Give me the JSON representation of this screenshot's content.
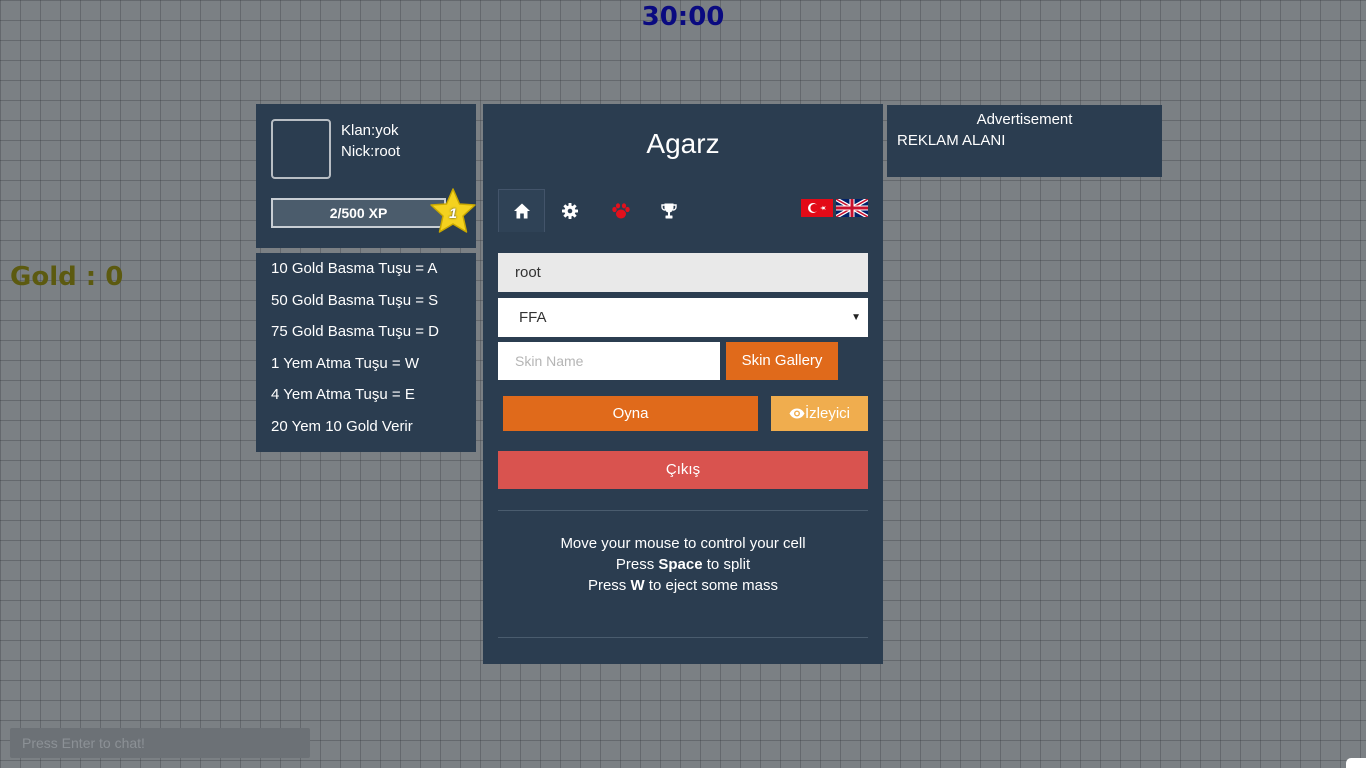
{
  "timer": "30:00",
  "gold_label": "Gold : 0",
  "profile": {
    "clan": "Klan:yok",
    "nick": "Nick:root",
    "xp": "2/500 XP",
    "level": "1"
  },
  "key_hints": [
    "10 Gold Basma Tuşu = A",
    "50 Gold Basma Tuşu = S",
    "75 Gold Basma Tuşu = D",
    "1 Yem Atma Tuşu = W",
    "4 Yem Atma Tuşu = E",
    "20 Yem 10 Gold Verir"
  ],
  "menu": {
    "title": "Agarz",
    "tabs": [
      {
        "icon": "home-icon"
      },
      {
        "icon": "gear-icon"
      },
      {
        "icon": "paw-icon"
      },
      {
        "icon": "trophy-icon"
      }
    ],
    "flags": [
      "turkey-flag-icon",
      "uk-flag-icon"
    ],
    "nick_value": "root",
    "mode_value": "FFA",
    "skin_placeholder": "Skin Name",
    "skin_gallery_label": "Skin Gallery",
    "play_label": "Oyna",
    "spectate_label": "İzleyici",
    "exit_label": "Çıkış",
    "instructions": {
      "line1": "Move your mouse to control your cell",
      "line2_pre": "Press ",
      "line2_key": "Space",
      "line2_post": " to split",
      "line3_pre": "Press ",
      "line3_key": "W",
      "line3_post": " to eject some mass"
    }
  },
  "ad": {
    "heading": "Advertisement",
    "text": "REKLAM ALANI"
  },
  "chat_placeholder": "Press Enter to chat!",
  "colors": {
    "panel": "#2b3d50",
    "orange": "#e06a1b",
    "spectate": "#f0ad4e",
    "exit": "#d9534f",
    "timer": "#0a0a80",
    "gold": "#5c5a10"
  }
}
